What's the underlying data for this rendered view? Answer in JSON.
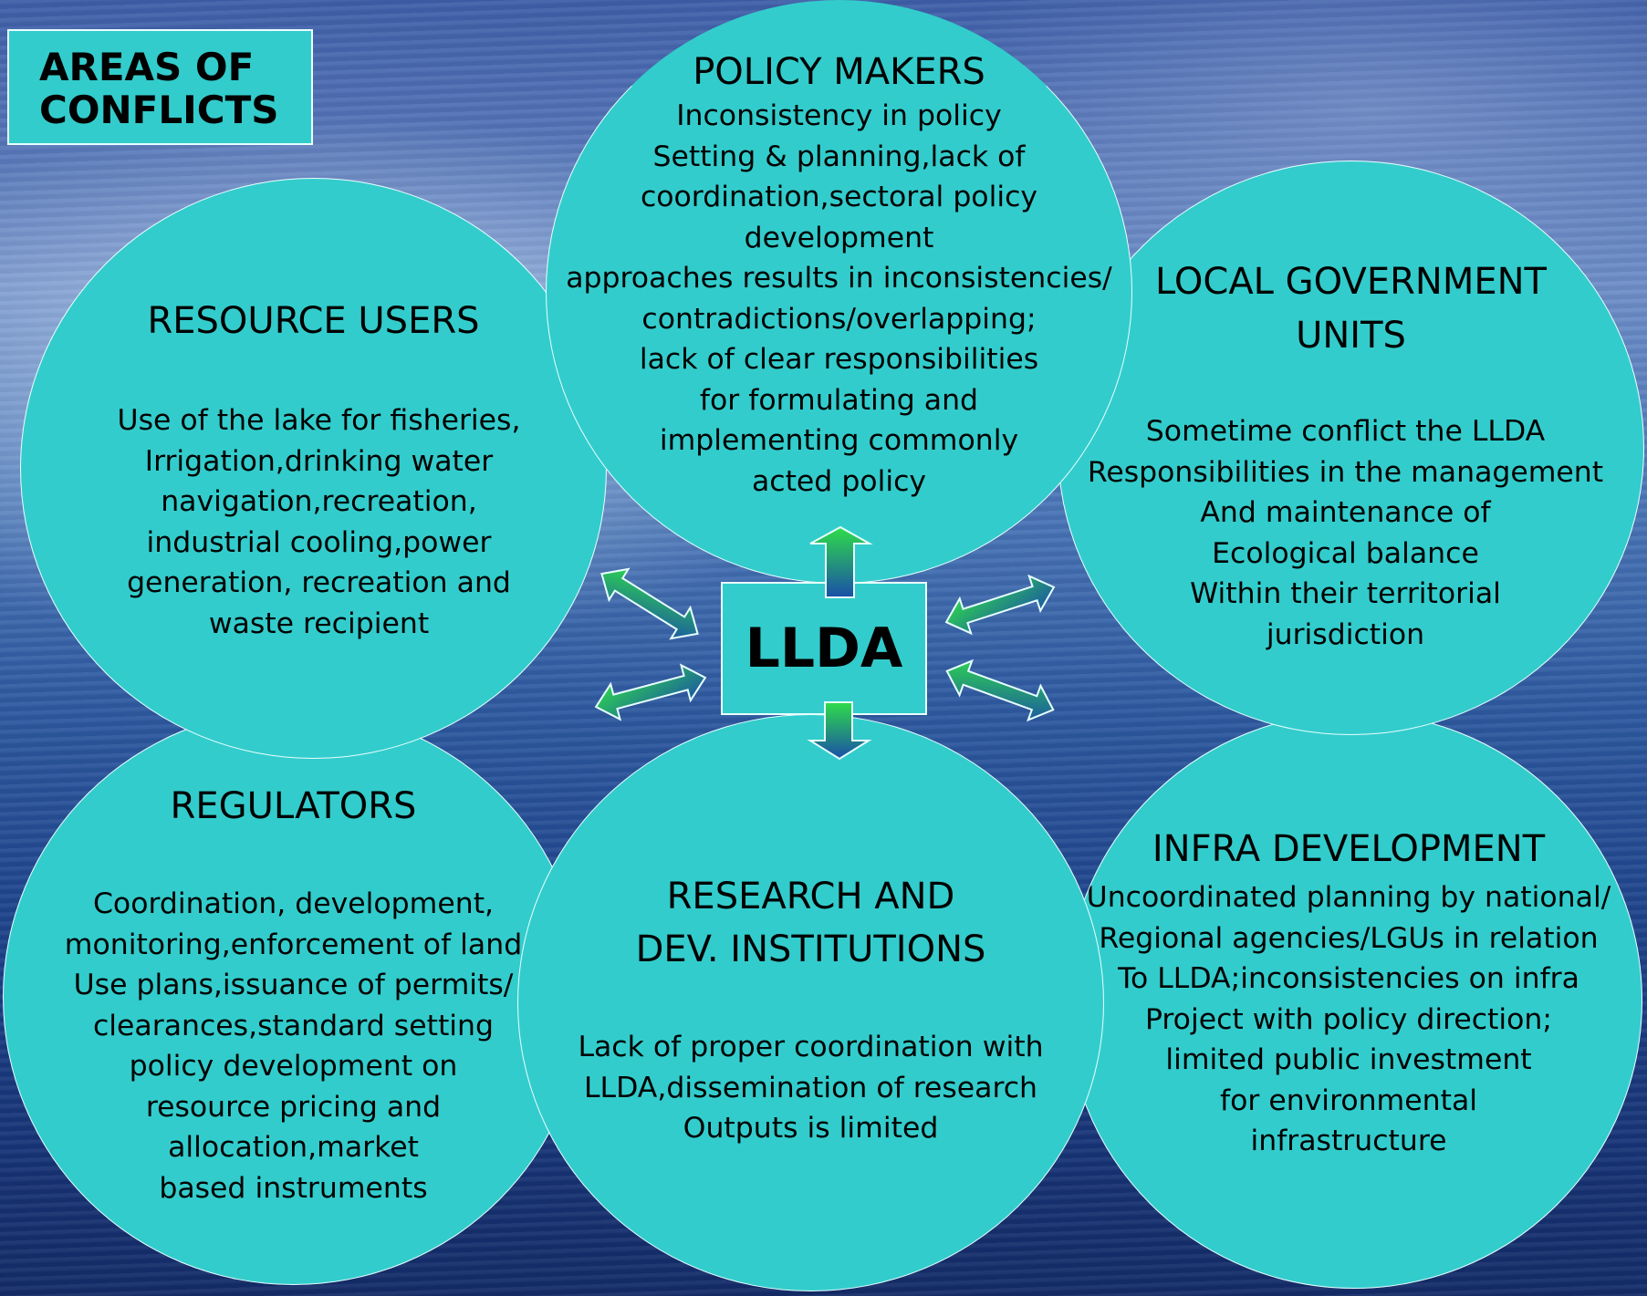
{
  "title": "AREAS OF\nCONFLICTS",
  "center": "LLDA",
  "nodes": {
    "policy_makers": {
      "title": "POLICY MAKERS",
      "body": "Inconsistency in policy\nSetting & planning,lack of\ncoordination,sectoral policy\ndevelopment\napproaches results in inconsistencies/\ncontradictions/overlapping;\nlack of clear responsibilities\nfor formulating and\nimplementing commonly\nacted policy"
    },
    "resource_users": {
      "title": "RESOURCE USERS",
      "body": "Use of the lake for fisheries,\nIrrigation,drinking water\nnavigation,recreation,\nindustrial cooling,power\ngeneration, recreation and\nwaste recipient"
    },
    "local_government": {
      "title": "LOCAL GOVERNMENT\nUNITS",
      "body": "Sometime conflict the LLDA\nResponsibilities in the management\nAnd maintenance  of\nEcological balance\nWithin their territorial\njurisdiction"
    },
    "regulators": {
      "title": "REGULATORS",
      "body": "Coordination, development,\nmonitoring,enforcement of land\nUse plans,issuance of permits/\nclearances,standard setting\npolicy development on\nresource pricing and\nallocation,market\nbased instruments"
    },
    "research": {
      "title": "RESEARCH AND\nDEV. INSTITUTIONS",
      "body": "Lack of proper coordination with\nLLDA,dissemination of research\nOutputs is limited"
    },
    "infra": {
      "title": "INFRA DEVELOPMENT",
      "body": "Uncoordinated planning by national/\nRegional agencies/LGUs in relation\nTo LLDA;inconsistencies on infra\nProject with policy direction;\nlimited public investment\nfor environmental\ninfrastructure"
    }
  },
  "colors": {
    "circle_fill": "#33cccc",
    "arrow_green": "#22cc33",
    "arrow_blue": "#1a4fa8"
  }
}
